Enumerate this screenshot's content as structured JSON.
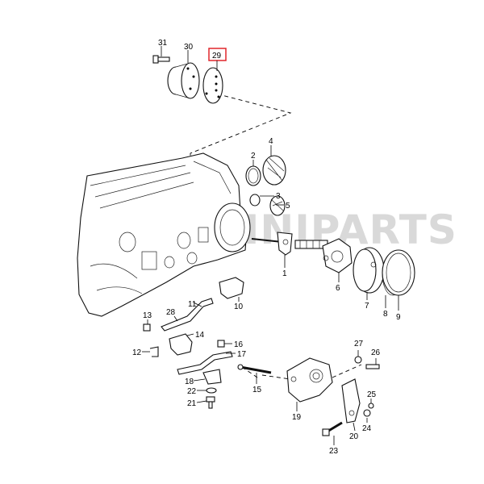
{
  "watermark": {
    "text": "ONNIPARTS",
    "color": "#d9d9d9"
  },
  "highlight": {
    "part": "29",
    "color": "#e0262b"
  },
  "parts": [
    {
      "id": "1"
    },
    {
      "id": "2"
    },
    {
      "id": "3"
    },
    {
      "id": "4"
    },
    {
      "id": "5"
    },
    {
      "id": "6"
    },
    {
      "id": "7"
    },
    {
      "id": "8"
    },
    {
      "id": "9"
    },
    {
      "id": "10"
    },
    {
      "id": "11"
    },
    {
      "id": "12"
    },
    {
      "id": "13"
    },
    {
      "id": "14"
    },
    {
      "id": "15"
    },
    {
      "id": "16"
    },
    {
      "id": "17"
    },
    {
      "id": "18"
    },
    {
      "id": "19"
    },
    {
      "id": "20"
    },
    {
      "id": "21"
    },
    {
      "id": "22"
    },
    {
      "id": "23"
    },
    {
      "id": "24"
    },
    {
      "id": "25"
    },
    {
      "id": "26"
    },
    {
      "id": "27"
    },
    {
      "id": "28"
    },
    {
      "id": "29"
    },
    {
      "id": "30"
    },
    {
      "id": "31"
    }
  ]
}
